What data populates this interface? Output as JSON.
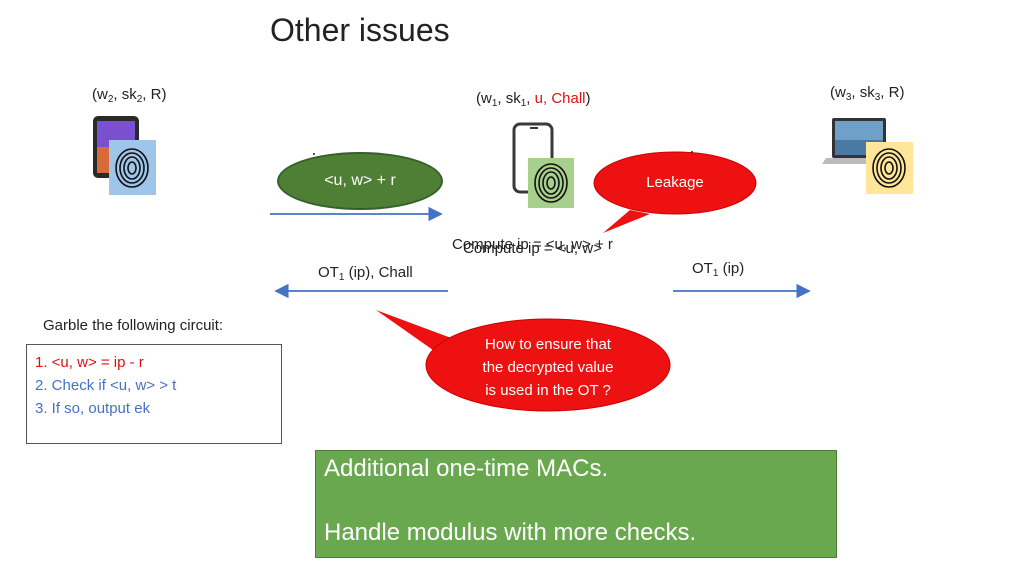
{
  "title": "Other issues",
  "party_left": {
    "w": "(w",
    "w_sub": "2",
    "sk": ", sk",
    "sk_sub": "2",
    "rest": ", R)"
  },
  "party_middle": {
    "w": "(w",
    "w_sub": "1",
    "sk": ", sk",
    "sk_sub": "1",
    "sep": ", ",
    "red": "u, Chall",
    "close": ")"
  },
  "party_right": {
    "w": "(w",
    "w_sub": "3",
    "sk": ", sk",
    "sk_sub": "3",
    "rest": ", R)"
  },
  "message_bubble": "<u, w> + r",
  "leakage_bubble": "Leakage",
  "compute_text_1": "Compute ip = <u, w> + r",
  "compute_text_2": "Compute ip = <u, w>",
  "ot_left": {
    "pre": "OT",
    "sub": "1",
    "post": " (ip), Chall"
  },
  "ot_right": {
    "pre": "OT",
    "sub": "1",
    "post": " (ip)"
  },
  "garble_label": "Garble the following circuit:",
  "circuit_steps": [
    "1.   <u, w> = ip - r",
    "2.   Check if <u, w>  > t",
    "3.   If so, output ek"
  ],
  "question_bubble": [
    "How to ensure that",
    "the decrypted value",
    "is used in the OT ?"
  ],
  "summary": [
    "Additional one-time MACs.",
    "Handle modulus with more checks."
  ],
  "colors": {
    "red_callout": "#ee1111",
    "green_bubble": "#4e7f35",
    "green_box": "#6aa84f",
    "arrow": "#4472c4",
    "step_red": "#e01010",
    "step_blue": "#4472c4"
  }
}
